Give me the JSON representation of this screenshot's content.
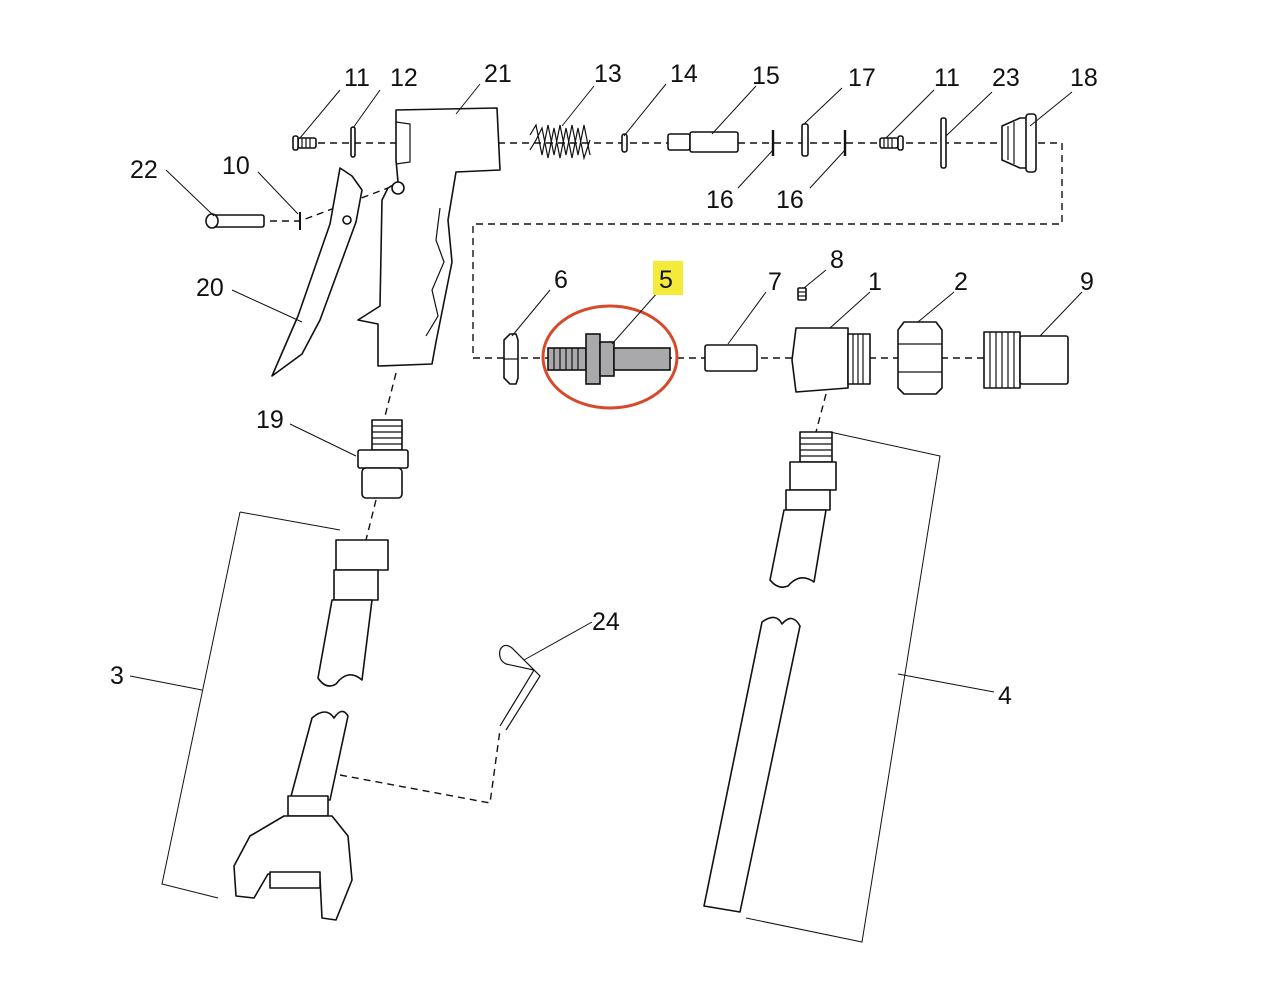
{
  "colors": {
    "highlight_circle": "#d64a2b",
    "highlight_label_bg": "#f3ea3a",
    "part_fill_highlight": "#a9a9ab"
  },
  "callouts": {
    "c1": "1",
    "c2": "2",
    "c3": "3",
    "c4": "4",
    "c5": "5",
    "c6": "6",
    "c7": "7",
    "c8": "8",
    "c9": "9",
    "c10": "10",
    "c11a": "11",
    "c11b": "11",
    "c12": "12",
    "c13": "13",
    "c14": "14",
    "c15": "15",
    "c16a": "16",
    "c16b": "16",
    "c17": "17",
    "c18": "18",
    "c19": "19",
    "c20": "20",
    "c21": "21",
    "c22": "22",
    "c23": "23",
    "c24": "24"
  },
  "highlighted_part": "5"
}
